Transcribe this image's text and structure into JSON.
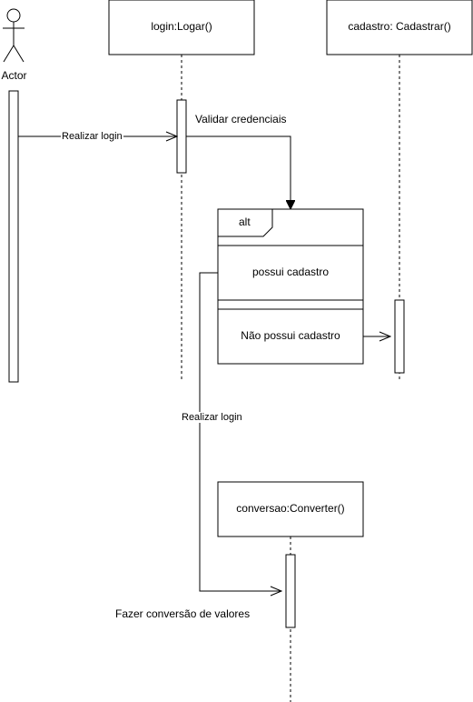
{
  "actor": {
    "label": "Actor"
  },
  "lifelines": {
    "login": {
      "label": "login:Logar()"
    },
    "cadastro": {
      "label": "cadastro: Cadastrar()"
    },
    "conversao": {
      "label": "conversao:Converter()"
    }
  },
  "messages": {
    "realizar_login_1": "Realizar login",
    "validar_credenciais": "Validar credenciais",
    "realizar_login_2": "Realizar login",
    "fazer_conversao": "Fazer conversão de valores"
  },
  "alt_fragment": {
    "operator": "alt",
    "option_1": "possui cadastro",
    "option_2": "Não possui cadastro"
  },
  "colors": {
    "stroke": "#000000",
    "background": "#ffffff"
  }
}
